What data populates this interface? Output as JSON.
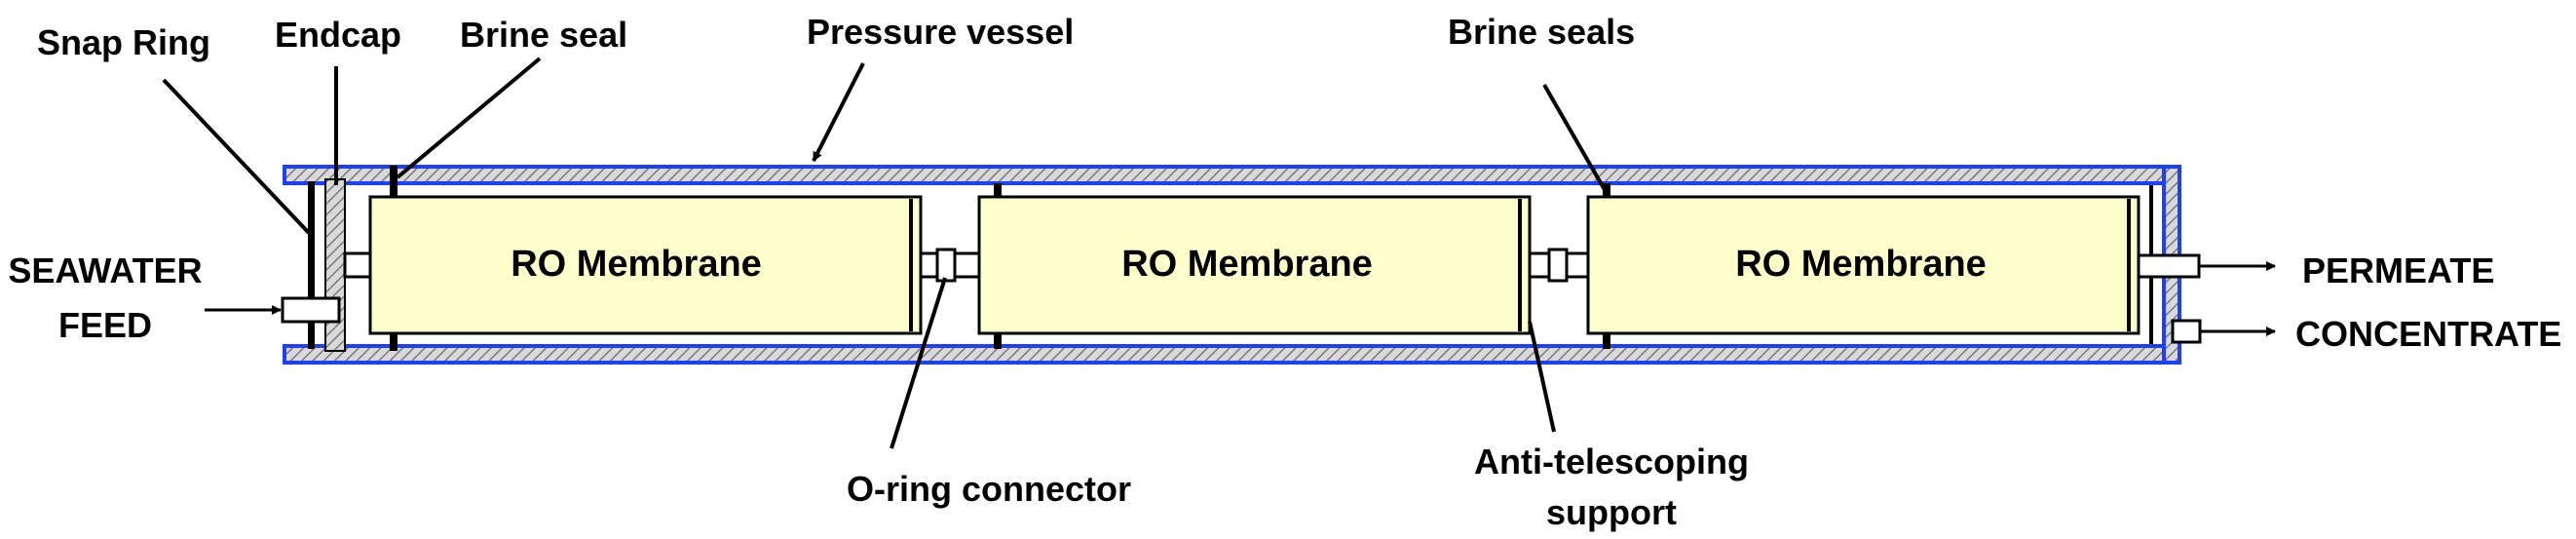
{
  "labels": {
    "snap_ring": "Snap Ring",
    "endcap": "Endcap",
    "brine_seal": "Brine seal",
    "pressure_vessel": "Pressure vessel",
    "brine_seals": "Brine seals",
    "seawater_line1": "SEAWATER",
    "seawater_line2": "FEED",
    "oring_connector": "O-ring connector",
    "anti_telescoping_line1": "Anti-telescoping",
    "anti_telescoping_line2": "support",
    "permeate": "PERMEATE",
    "concentrate": "CONCENTRATE"
  },
  "membranes": [
    {
      "label": "RO Membrane"
    },
    {
      "label": "RO Membrane"
    },
    {
      "label": "RO Membrane"
    }
  ],
  "colors": {
    "vessel_outline": "#1f3fff",
    "membrane_fill": "#ffffcc",
    "hatch_fill": "#b8b8b8",
    "line": "#000000"
  }
}
